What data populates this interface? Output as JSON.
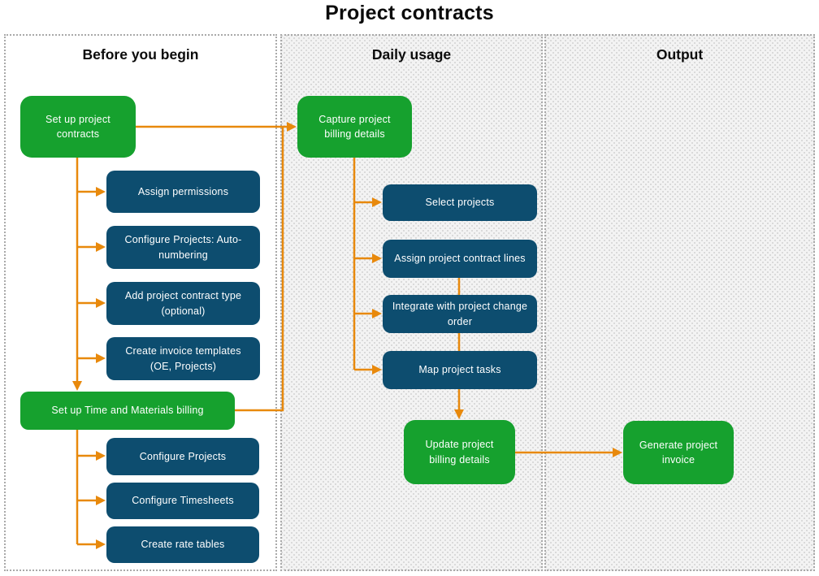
{
  "title": "Project contracts",
  "colors": {
    "green": "#16a12e",
    "blue": "#0d4d6f",
    "orange": "#e8890c",
    "panel_border": "#a9a9a9",
    "panel_fill": "#f3f3f3"
  },
  "columns": {
    "before": {
      "title": "Before you begin"
    },
    "daily": {
      "title": "Daily usage"
    },
    "output": {
      "title": "Output"
    }
  },
  "nodes": {
    "setup_contracts": {
      "label": "Set up project contracts",
      "type": "milestone",
      "color": "green"
    },
    "assign_permissions": {
      "label": "Assign permissions",
      "type": "task",
      "color": "blue"
    },
    "configure_projects_autonumbering": {
      "label": "Configure Projects: Auto-numbering",
      "type": "task",
      "color": "blue"
    },
    "add_project_contract_type": {
      "label": "Add project contract type (optional)",
      "type": "task",
      "color": "blue"
    },
    "create_invoice_templates": {
      "label": "Create invoice templates (OE, Projects)",
      "type": "task",
      "color": "blue"
    },
    "setup_tm_billing": {
      "label": "Set up Time and Materials billing",
      "type": "milestone",
      "color": "green"
    },
    "configure_projects": {
      "label": "Configure Projects",
      "type": "task",
      "color": "blue"
    },
    "configure_timesheets": {
      "label": "Configure Timesheets",
      "type": "task",
      "color": "blue"
    },
    "create_rate_tables": {
      "label": "Create rate tables",
      "type": "task",
      "color": "blue"
    },
    "capture_billing": {
      "label": "Capture project billing details",
      "type": "milestone",
      "color": "green"
    },
    "select_projects": {
      "label": "Select projects",
      "type": "task",
      "color": "blue"
    },
    "assign_contract_lines": {
      "label": "Assign project contract lines",
      "type": "task",
      "color": "blue"
    },
    "integrate_change_order": {
      "label": "Integrate with project change order",
      "type": "task",
      "color": "blue"
    },
    "map_project_tasks": {
      "label": "Map project tasks",
      "type": "task",
      "color": "blue"
    },
    "update_billing": {
      "label": "Update project billing details",
      "type": "milestone",
      "color": "green"
    },
    "generate_invoice": {
      "label": "Generate project invoice",
      "type": "milestone",
      "color": "green"
    }
  },
  "edges": [
    {
      "from": "setup_contracts",
      "to": "capture_billing"
    },
    {
      "from": "setup_contracts",
      "to": "assign_permissions"
    },
    {
      "from": "setup_contracts",
      "to": "configure_projects_autonumbering"
    },
    {
      "from": "setup_contracts",
      "to": "add_project_contract_type"
    },
    {
      "from": "setup_contracts",
      "to": "create_invoice_templates"
    },
    {
      "from": "setup_contracts",
      "to": "setup_tm_billing"
    },
    {
      "from": "setup_tm_billing",
      "to": "capture_billing"
    },
    {
      "from": "setup_tm_billing",
      "to": "configure_projects"
    },
    {
      "from": "setup_tm_billing",
      "to": "configure_timesheets"
    },
    {
      "from": "setup_tm_billing",
      "to": "create_rate_tables"
    },
    {
      "from": "capture_billing",
      "to": "select_projects"
    },
    {
      "from": "capture_billing",
      "to": "assign_contract_lines"
    },
    {
      "from": "capture_billing",
      "to": "integrate_change_order"
    },
    {
      "from": "capture_billing",
      "to": "map_project_tasks"
    },
    {
      "from": "assign_contract_lines",
      "to": "integrate_change_order"
    },
    {
      "from": "integrate_change_order",
      "to": "map_project_tasks"
    },
    {
      "from": "map_project_tasks",
      "to": "update_billing"
    },
    {
      "from": "update_billing",
      "to": "generate_invoice"
    }
  ]
}
